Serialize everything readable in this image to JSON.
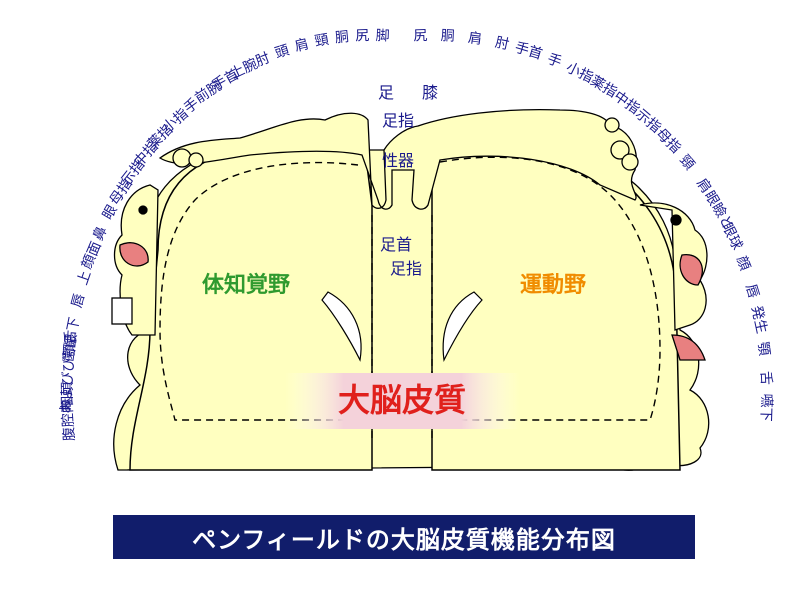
{
  "caption": "ペンフィールドの大脳皮質機能分布図",
  "center_label": "大脳皮質",
  "sensory_label": "体知覚野",
  "motor_label": "運動野",
  "inner_labels": [
    "足",
    "膝",
    "足指",
    "性器",
    "足首",
    "足指"
  ],
  "sensory_parts": [
    "腹腔内",
    "咽頭",
    "およびび顎舌",
    "歯齦",
    "下",
    "唇",
    "上",
    "顔面",
    "鼻",
    "眼",
    "母指",
    "示指",
    "中指",
    "薬指",
    "小指",
    "手",
    "前腕",
    "手首",
    "上腕",
    "肘",
    "頭",
    "肩",
    "頸",
    "胴",
    "尻",
    "脚"
  ],
  "motor_parts": [
    "尻",
    "胴",
    "肩",
    "肘",
    "手首",
    "手",
    "小指",
    "薬指",
    "中指",
    "示指",
    "母指",
    "頸",
    "肩",
    "眼瞼と",
    "眼球",
    "顔",
    "唇",
    "発生",
    "顎",
    "舌",
    "嚥下"
  ],
  "colors": {
    "sensory": "#2f9a2f",
    "motor": "#f08c00",
    "center": "#e0201c",
    "body": "#ffffc0",
    "labels": "#1a1a8c",
    "caption_bg": "#111d6b"
  }
}
